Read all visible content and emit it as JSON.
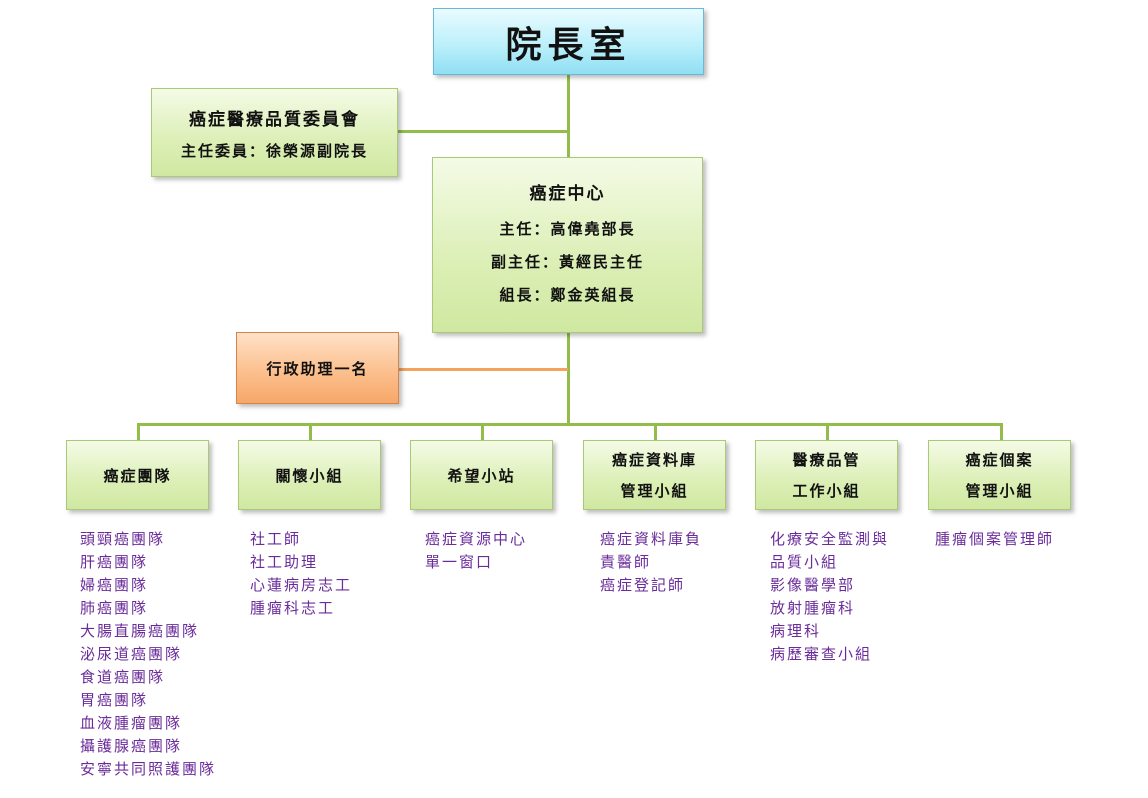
{
  "top": {
    "title": "院長室"
  },
  "committee": {
    "name": "癌症醫療品質委員會",
    "chair": "主任委員：徐榮源副院長"
  },
  "center": {
    "name": "癌症中心",
    "lines": [
      "主任：高偉堯部長",
      "副主任：黃經民主任",
      "組長：鄭金英組長"
    ]
  },
  "assistant": {
    "label": "行政助理一名"
  },
  "groups": [
    {
      "label_lines": [
        "癌症團隊"
      ],
      "items": [
        "頭頸癌團隊",
        "肝癌團隊",
        "婦癌團隊",
        "肺癌團隊",
        "大腸直腸癌團隊",
        "泌尿道癌團隊",
        "食道癌團隊",
        "胃癌團隊",
        "血液腫瘤團隊",
        "攝護腺癌團隊",
        "安寧共同照護團隊"
      ]
    },
    {
      "label_lines": [
        "關懷小組"
      ],
      "items": [
        "社工師",
        "社工助理",
        "心蓮病房志工",
        "腫瘤科志工"
      ]
    },
    {
      "label_lines": [
        "希望小站"
      ],
      "items": [
        "癌症資源中心",
        "單一窗口"
      ]
    },
    {
      "label_lines": [
        "癌症資料庫",
        "管理小組"
      ],
      "items": [
        "癌症資料庫負",
        "責醫師",
        "癌症登記師"
      ]
    },
    {
      "label_lines": [
        "醫療品管",
        "工作小組"
      ],
      "items": [
        "化療安全監測與",
        "品質小組",
        "影像醫學部",
        "放射腫瘤科",
        "病理科",
        "病歷審查小組"
      ]
    },
    {
      "label_lines": [
        "癌症個案",
        "管理小組"
      ],
      "items": [
        "腫瘤個案管理師"
      ]
    }
  ]
}
